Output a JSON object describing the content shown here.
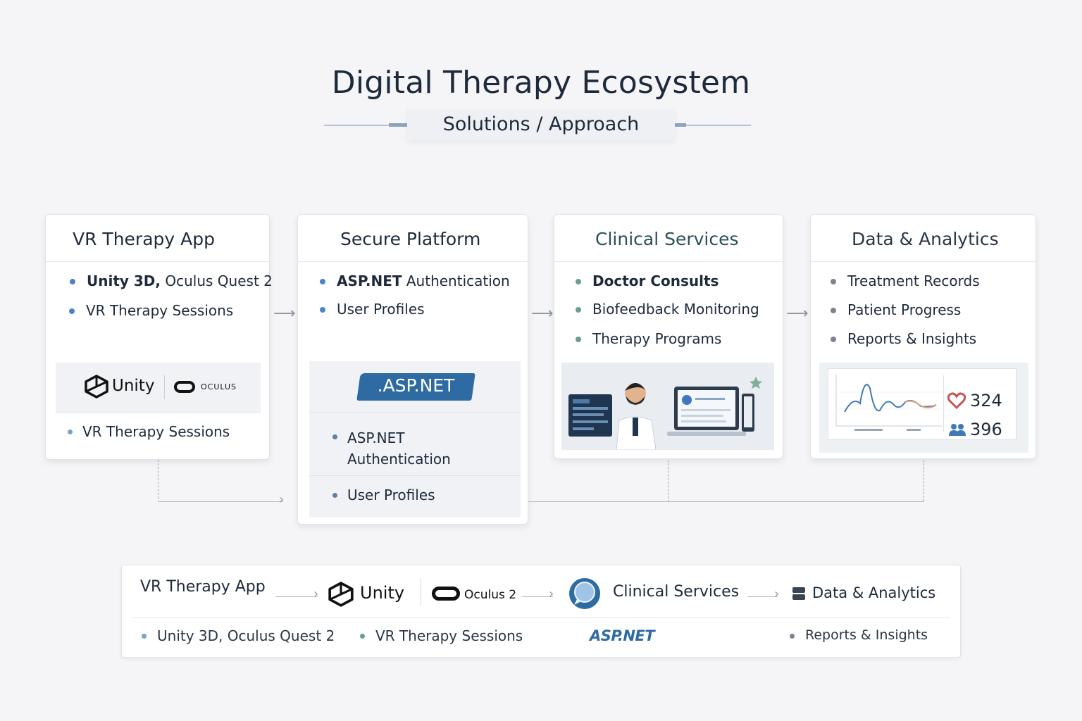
{
  "header": {
    "title": "Digital Therapy Ecosystem",
    "subtitle": "Solutions / Approach"
  },
  "cards": {
    "vr": {
      "title": "VR Therapy App",
      "bullet1_bold": "Unity 3D,",
      "bullet1_rest": " Oculus Quest 2",
      "bullet2": "VR Therapy Sessions",
      "unity_logo": "Unity",
      "oculus_logo": "OCULUS",
      "bottom_bullet": "VR Therapy Sessions"
    },
    "secure": {
      "title": "Secure Platform",
      "bullet1_bold": "ASP.NET",
      "bullet1_rest": " Authentication",
      "bullet2": "User Profiles",
      "aspnet_logo": ".ASP.NET",
      "lower_bullet1_line1": "ASP.NET",
      "lower_bullet1_line2": "Authentication",
      "lower_bullet2": "User Profiles"
    },
    "clinical": {
      "title": "Clinical Services",
      "bullet1": "Doctor Consults",
      "bullet2": "Biofeedback Monitoring",
      "bullet3": "Therapy Programs"
    },
    "data": {
      "title": "Data & Analytics",
      "bullet1": "Treatment Records",
      "bullet2": "Patient Progress",
      "bullet3": "Reports & Insights",
      "stat1": "324",
      "stat2": "396"
    }
  },
  "summary": {
    "vr_app": "VR Therapy App",
    "unity": "Unity",
    "oculus": "Oculus 2",
    "clinical": "Clinical Services",
    "data": "Data & Analytics",
    "row2_item1": "Unity 3D, Oculus Quest 2",
    "row2_item2": "VR Therapy Sessions",
    "row2_aspnet": "ASP.NET",
    "row2_item3": "Reports & Insights"
  },
  "colors": {
    "accent": "#2f6ba3",
    "text": "#1e2a3b",
    "bullet_blue": "#4b84c4",
    "bullet_green": "#6a9e8c",
    "bullet_gray": "#7b8390"
  },
  "icons": [
    "unity-icon",
    "oculus-icon",
    "aspnet-logo",
    "doctor-illustration",
    "line-chart",
    "heart-icon",
    "users-icon",
    "chat-globe-icon",
    "database-icon",
    "arrow-right-icon"
  ]
}
